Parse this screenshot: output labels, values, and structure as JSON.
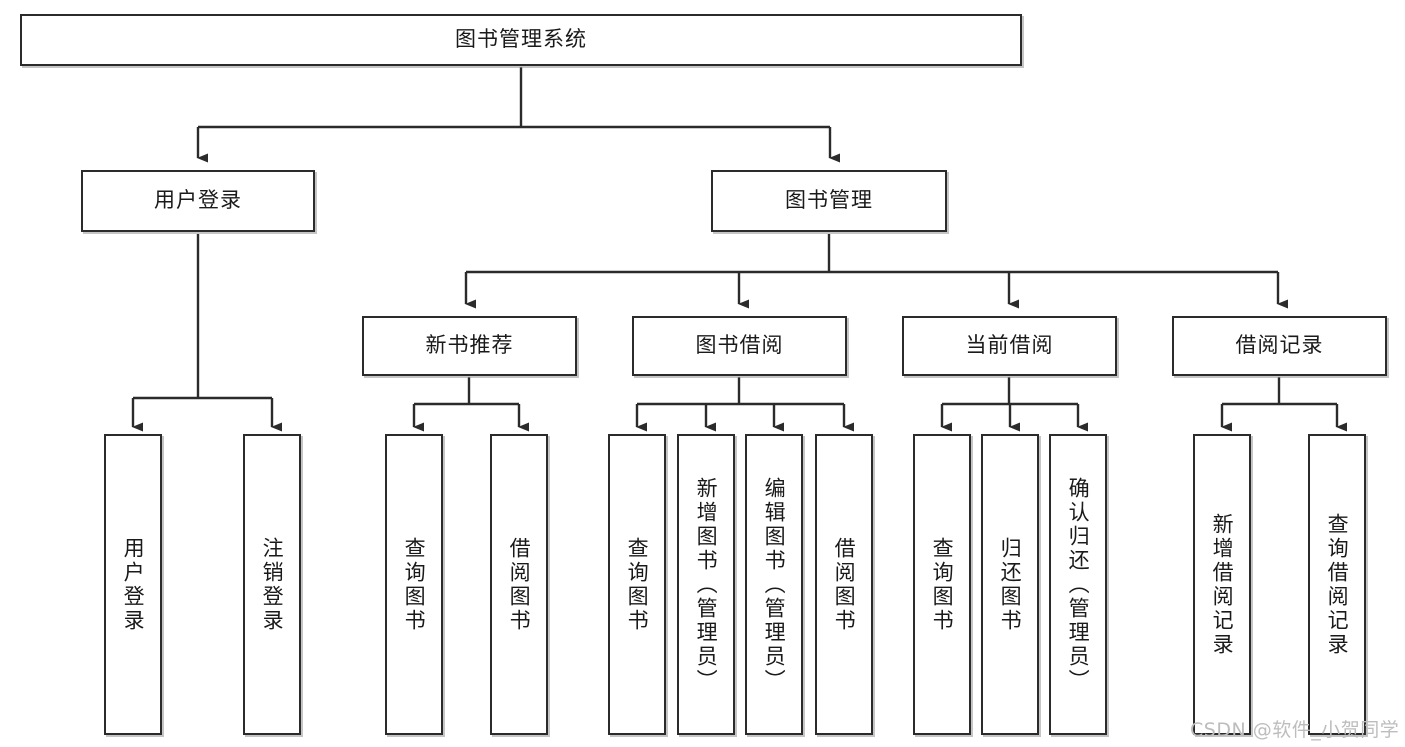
{
  "diagram": {
    "title_node": {
      "label": "图书管理系统"
    },
    "level2": [
      {
        "id": "user-login",
        "label": "用户登录"
      },
      {
        "id": "book-management",
        "label": "图书管理"
      }
    ],
    "level3": [
      {
        "id": "new-book-recommend",
        "label": "新书推荐"
      },
      {
        "id": "book-borrow",
        "label": "图书借阅"
      },
      {
        "id": "current-borrow",
        "label": "当前借阅"
      },
      {
        "id": "borrow-record",
        "label": "借阅记录"
      }
    ],
    "leaves": {
      "user_login": [
        {
          "id": "leaf-user-login",
          "label": "用户登录"
        },
        {
          "id": "leaf-logout-login",
          "label": "注销登录"
        }
      ],
      "new_book_recommend": [
        {
          "id": "leaf-query-book-1",
          "label": "查询图书"
        },
        {
          "id": "leaf-borrow-book-1",
          "label": "借阅图书"
        }
      ],
      "book_borrow": [
        {
          "id": "leaf-query-book-2",
          "label": "查询图书"
        },
        {
          "id": "leaf-add-book",
          "label": "新增图书（管理员）"
        },
        {
          "id": "leaf-edit-book",
          "label": "编辑图书（管理员）"
        },
        {
          "id": "leaf-borrow-book-2",
          "label": "借阅图书"
        }
      ],
      "current_borrow": [
        {
          "id": "leaf-query-book-3",
          "label": "查询图书"
        },
        {
          "id": "leaf-return-book",
          "label": "归还图书"
        },
        {
          "id": "leaf-confirm-return",
          "label": "确认归还（管理员）"
        }
      ],
      "borrow_record": [
        {
          "id": "leaf-add-record",
          "label": "新增借阅记录"
        },
        {
          "id": "leaf-query-record",
          "label": "查询借阅记录"
        }
      ]
    }
  },
  "watermark": {
    "text": "CSDN @软件_小贺同学"
  },
  "colors": {
    "stroke": "#2b2b2b",
    "fill": "#ffffff",
    "text": "#1a1a1a",
    "watermark": "#bdbdbd"
  }
}
